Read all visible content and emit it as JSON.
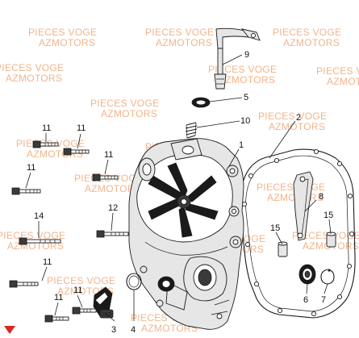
{
  "watermark": {
    "line1": "PIECES VOGE",
    "line2": "AZMOTORS",
    "color": "#f2b48a"
  },
  "callouts": [
    "1",
    "2",
    "3",
    "4",
    "5",
    "6",
    "7",
    "8",
    "9",
    "10",
    "11",
    "11",
    "11",
    "11",
    "11",
    "11",
    "11",
    "12",
    "14",
    "15",
    "15"
  ],
  "brand_color": "#d9261c"
}
